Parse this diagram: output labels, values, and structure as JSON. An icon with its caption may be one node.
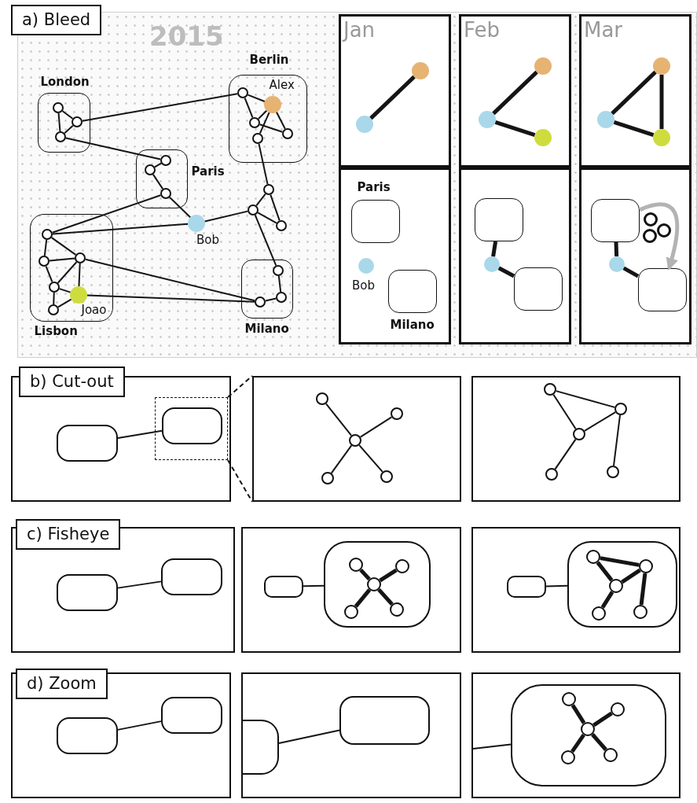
{
  "diagram": {
    "nodes": [
      {
        "text": [
          "a) Bleed"
        ]
      },
      {
        "text": [
          "London"
        ],
        "in": 0
      },
      {
        "text": [
          "Berlin"
        ],
        "in": 0
      },
      {
        "text": [
          "Paris"
        ],
        "in": 0
      },
      {
        "text": [
          "Lisbon"
        ],
        "in": 0
      },
      {
        "text": [
          "Milano"
        ],
        "in": 0
      },
      {
        "text": [],
        "shape": "circle",
        "in": 1
      },
      {
        "text": [],
        "shape": "circle",
        "in": 1
      },
      {
        "text": [],
        "shape": "circle",
        "in": 1
      },
      {
        "text": [],
        "shape": "circle",
        "in": 2
      },
      {
        "text": [],
        "shape": "circle",
        "in": 2,
        "beside": [
          "Alex"
        ]
      },
      {
        "text": [],
        "shape": "circle",
        "in": 2
      },
      {
        "text": [],
        "shape": "circle",
        "in": 2
      },
      {
        "text": [],
        "shape": "circle",
        "in": 2
      },
      {
        "text": [],
        "shape": "circle",
        "in": 3
      },
      {
        "text": [],
        "shape": "circle",
        "in": 3
      },
      {
        "text": [],
        "shape": "circle",
        "in": 3
      },
      {
        "text": [],
        "shape": "circle",
        "in": 0,
        "beside": [
          "Bob"
        ]
      },
      {
        "text": [],
        "shape": "circle",
        "in": 0
      },
      {
        "text": [],
        "shape": "circle",
        "in": 0
      },
      {
        "text": [],
        "shape": "circle",
        "in": 0
      },
      {
        "text": [],
        "shape": "circle",
        "in": 4
      },
      {
        "text": [],
        "shape": "circle",
        "in": 4
      },
      {
        "text": [],
        "shape": "circle",
        "in": 4
      },
      {
        "text": [],
        "shape": "circle",
        "in": 4
      },
      {
        "text": [],
        "shape": "circle",
        "in": 4,
        "beside": [
          "Joao"
        ]
      },
      {
        "text": [],
        "shape": "circle",
        "in": 4
      },
      {
        "text": [],
        "shape": "circle",
        "in": 5
      },
      {
        "text": [],
        "shape": "circle",
        "in": 5
      },
      {
        "text": [],
        "shape": "circle",
        "in": 5
      },
      {
        "text": [
          "Jan"
        ],
        "in": 0
      },
      {
        "text": [],
        "shape": "circle",
        "in": 30
      },
      {
        "text": [],
        "shape": "circle",
        "in": 30
      },
      {
        "text": [],
        "shape": "box",
        "in": 0
      },
      {
        "text": [
          "Paris"
        ],
        "in": 33
      },
      {
        "text": [],
        "shape": "circle",
        "in": 33,
        "beside": [
          "Bob"
        ]
      },
      {
        "text": [
          "Milano"
        ],
        "in": 33
      },
      {
        "text": [
          "Feb"
        ],
        "in": 0
      },
      {
        "text": [],
        "shape": "circle",
        "in": 37
      },
      {
        "text": [],
        "shape": "circle",
        "in": 37
      },
      {
        "text": [],
        "shape": "circle",
        "in": 37
      },
      {
        "text": [],
        "shape": "box",
        "in": 0
      },
      {
        "text": [],
        "shape": "box",
        "in": 41
      },
      {
        "text": [],
        "shape": "circle",
        "in": 41
      },
      {
        "text": [],
        "shape": "box",
        "in": 41
      },
      {
        "text": [
          "Mar"
        ],
        "in": 0
      },
      {
        "text": [],
        "shape": "circle",
        "in": 45
      },
      {
        "text": [],
        "shape": "circle",
        "in": 45
      },
      {
        "text": [],
        "shape": "circle",
        "in": 45
      },
      {
        "text": [],
        "shape": "box",
        "in": 0
      },
      {
        "text": [],
        "shape": "box",
        "in": 49
      },
      {
        "text": [],
        "shape": "circle",
        "in": 49
      },
      {
        "text": [],
        "shape": "box",
        "in": 49
      },
      {
        "text": [],
        "shape": "circle",
        "in": 49
      },
      {
        "text": [],
        "shape": "circle",
        "in": 49
      },
      {
        "text": [],
        "shape": "circle",
        "in": 49
      },
      {
        "text": [
          "b) Cut-out"
        ]
      },
      {
        "text": [],
        "shape": "box",
        "in": 56
      },
      {
        "text": [],
        "shape": "box",
        "in": 56
      },
      {
        "text": [],
        "shape": "box",
        "in": 58
      },
      {
        "text": [],
        "shape": "box"
      },
      {
        "text": [],
        "shape": "circle",
        "in": 60
      },
      {
        "text": [],
        "shape": "circle",
        "in": 60
      },
      {
        "text": [],
        "shape": "circle",
        "in": 60
      },
      {
        "text": [],
        "shape": "circle",
        "in": 60
      },
      {
        "text": [],
        "shape": "circle",
        "in": 60
      },
      {
        "text": [],
        "shape": "box"
      },
      {
        "text": [],
        "shape": "circle",
        "in": 66
      },
      {
        "text": [],
        "shape": "circle",
        "in": 66
      },
      {
        "text": [],
        "shape": "circle",
        "in": 66
      },
      {
        "text": [],
        "shape": "circle",
        "in": 66
      },
      {
        "text": [],
        "shape": "circle",
        "in": 66
      },
      {
        "text": [
          "c) Fisheye"
        ]
      },
      {
        "text": [],
        "shape": "box",
        "in": 72
      },
      {
        "text": [],
        "shape": "box",
        "in": 72
      },
      {
        "text": [],
        "shape": "box"
      },
      {
        "text": [],
        "shape": "box",
        "in": 75
      },
      {
        "text": [],
        "shape": "box",
        "in": 75
      },
      {
        "text": [],
        "shape": "circle",
        "in": 77
      },
      {
        "text": [],
        "shape": "circle",
        "in": 77
      },
      {
        "text": [],
        "shape": "circle",
        "in": 77
      },
      {
        "text": [],
        "shape": "circle",
        "in": 77
      },
      {
        "text": [],
        "shape": "circle",
        "in": 77
      },
      {
        "text": [],
        "shape": "box"
      },
      {
        "text": [],
        "shape": "box",
        "in": 83
      },
      {
        "text": [],
        "shape": "box",
        "in": 83
      },
      {
        "text": [],
        "shape": "circle",
        "in": 85
      },
      {
        "text": [],
        "shape": "circle",
        "in": 85
      },
      {
        "text": [],
        "shape": "circle",
        "in": 85
      },
      {
        "text": [],
        "shape": "circle",
        "in": 85
      },
      {
        "text": [],
        "shape": "circle",
        "in": 85
      },
      {
        "text": [
          "d) Zoom"
        ]
      },
      {
        "text": [],
        "shape": "box",
        "in": 91
      },
      {
        "text": [],
        "shape": "box",
        "in": 91
      },
      {
        "text": [],
        "shape": "box"
      },
      {
        "text": [],
        "shape": "box",
        "in": 94
      },
      {
        "text": [],
        "shape": "box",
        "in": 94
      },
      {
        "text": [],
        "shape": "box"
      },
      {
        "text": [],
        "shape": "box",
        "in": 97
      },
      {
        "text": [],
        "shape": "circle",
        "in": 98
      },
      {
        "text": [],
        "shape": "circle",
        "in": 98
      },
      {
        "text": [],
        "shape": "circle",
        "in": 98
      },
      {
        "text": [],
        "shape": "circle",
        "in": 98
      },
      {
        "text": [],
        "shape": "circle",
        "in": 98
      }
    ],
    "edges": [
      {
        "from": 6,
        "to": 7,
        "arrow": "none"
      },
      {
        "from": 6,
        "to": 8,
        "arrow": "none"
      },
      {
        "from": 7,
        "to": 8,
        "arrow": "none"
      },
      {
        "from": 7,
        "to": 9,
        "arrow": "none"
      },
      {
        "from": 8,
        "to": 14,
        "arrow": "none"
      },
      {
        "from": 9,
        "to": 10,
        "arrow": "none"
      },
      {
        "from": 9,
        "to": 11,
        "arrow": "none"
      },
      {
        "from": 10,
        "to": 11,
        "arrow": "none"
      },
      {
        "from": 10,
        "to": 13,
        "arrow": "none"
      },
      {
        "from": 10,
        "to": 12,
        "arrow": "none"
      },
      {
        "from": 11,
        "to": 12,
        "arrow": "none"
      },
      {
        "from": 13,
        "to": 18,
        "arrow": "none"
      },
      {
        "from": 14,
        "to": 15,
        "arrow": "none"
      },
      {
        "from": 15,
        "to": 16,
        "arrow": "none"
      },
      {
        "from": 16,
        "to": 21,
        "arrow": "none"
      },
      {
        "from": 16,
        "to": 17,
        "arrow": "none"
      },
      {
        "from": 17,
        "to": 21,
        "arrow": "none"
      },
      {
        "from": 17,
        "to": 19,
        "arrow": "none"
      },
      {
        "from": 18,
        "to": 19,
        "arrow": "none"
      },
      {
        "from": 18,
        "to": 20,
        "arrow": "none"
      },
      {
        "from": 19,
        "to": 20,
        "arrow": "none"
      },
      {
        "from": 19,
        "to": 27,
        "arrow": "none"
      },
      {
        "from": 21,
        "to": 22,
        "arrow": "none"
      },
      {
        "from": 21,
        "to": 23,
        "arrow": "none"
      },
      {
        "from": 22,
        "to": 23,
        "arrow": "none"
      },
      {
        "from": 22,
        "to": 24,
        "arrow": "none"
      },
      {
        "from": 23,
        "to": 24,
        "arrow": "none"
      },
      {
        "from": 23,
        "to": 25,
        "arrow": "none"
      },
      {
        "from": 24,
        "to": 25,
        "arrow": "none"
      },
      {
        "from": 24,
        "to": 26,
        "arrow": "none"
      },
      {
        "from": 26,
        "to": 25,
        "arrow": "none"
      },
      {
        "from": 23,
        "to": 29,
        "arrow": "none"
      },
      {
        "from": 25,
        "to": 29,
        "arrow": "none"
      },
      {
        "from": 27,
        "to": 28,
        "arrow": "none"
      },
      {
        "from": 28,
        "to": 29,
        "arrow": "none"
      },
      {
        "from": 31,
        "to": 32,
        "arrow": "none",
        "style": "thick"
      },
      {
        "from": 38,
        "to": 39,
        "arrow": "none",
        "style": "thick"
      },
      {
        "from": 38,
        "to": 40,
        "arrow": "none",
        "style": "thick"
      },
      {
        "from": 42,
        "to": 43,
        "arrow": "none",
        "style": "thick"
      },
      {
        "from": 43,
        "to": 44,
        "arrow": "none",
        "style": "thick"
      },
      {
        "from": 46,
        "to": 47,
        "arrow": "none",
        "style": "thick"
      },
      {
        "from": 46,
        "to": 48,
        "arrow": "none",
        "style": "thick"
      },
      {
        "from": 47,
        "to": 48,
        "arrow": "none",
        "style": "thick"
      },
      {
        "from": 50,
        "to": 51,
        "arrow": "none",
        "style": "thick"
      },
      {
        "from": 51,
        "to": 52,
        "arrow": "none",
        "style": "thick"
      },
      {
        "from": 50,
        "to": 52,
        "arrow": "to",
        "style": "thick",
        "color": "#b3b3b3"
      },
      {
        "from": 57,
        "to": 59,
        "arrow": "none"
      },
      {
        "from": 58,
        "to": 60,
        "arrow": "none",
        "style": "dashed"
      },
      {
        "from": 58,
        "to": 60,
        "arrow": "none",
        "style": "dashed"
      },
      {
        "from": 63,
        "to": 61,
        "arrow": "none"
      },
      {
        "from": 63,
        "to": 62,
        "arrow": "none"
      },
      {
        "from": 63,
        "to": 64,
        "arrow": "none"
      },
      {
        "from": 63,
        "to": 65,
        "arrow": "none"
      },
      {
        "from": 67,
        "to": 68,
        "arrow": "none"
      },
      {
        "from": 67,
        "to": 69,
        "arrow": "none"
      },
      {
        "from": 69,
        "to": 68,
        "arrow": "none"
      },
      {
        "from": 69,
        "to": 71,
        "arrow": "none"
      },
      {
        "from": 68,
        "to": 70,
        "arrow": "none"
      },
      {
        "from": 73,
        "to": 74,
        "arrow": "none"
      },
      {
        "from": 76,
        "to": 77,
        "arrow": "none"
      },
      {
        "from": 80,
        "to": 78,
        "arrow": "none",
        "style": "thick"
      },
      {
        "from": 80,
        "to": 79,
        "arrow": "none",
        "style": "thick"
      },
      {
        "from": 80,
        "to": 81,
        "arrow": "none",
        "style": "thick"
      },
      {
        "from": 80,
        "to": 82,
        "arrow": "none",
        "style": "thick"
      },
      {
        "from": 84,
        "to": 85,
        "arrow": "none"
      },
      {
        "from": 86,
        "to": 87,
        "arrow": "none",
        "style": "thick"
      },
      {
        "from": 86,
        "to": 88,
        "arrow": "none",
        "style": "thick"
      },
      {
        "from": 88,
        "to": 87,
        "arrow": "none",
        "style": "thick"
      },
      {
        "from": 88,
        "to": 90,
        "arrow": "none",
        "style": "thick"
      },
      {
        "from": 87,
        "to": 89,
        "arrow": "none",
        "style": "thick"
      },
      {
        "from": 92,
        "to": 93,
        "arrow": "none"
      },
      {
        "from": 95,
        "to": 96,
        "arrow": "none"
      },
      {
        "from": 101,
        "to": 99,
        "arrow": "none",
        "style": "thick"
      },
      {
        "from": 101,
        "to": 100,
        "arrow": "none",
        "style": "thick"
      },
      {
        "from": 101,
        "to": 102,
        "arrow": "none",
        "style": "thick"
      },
      {
        "from": 101,
        "to": 103,
        "arrow": "none",
        "style": "thick"
      },
      {
        "from": null,
        "to": 98,
        "arrow": "none"
      }
    ],
    "labels": [
      "2015"
    ]
  }
}
